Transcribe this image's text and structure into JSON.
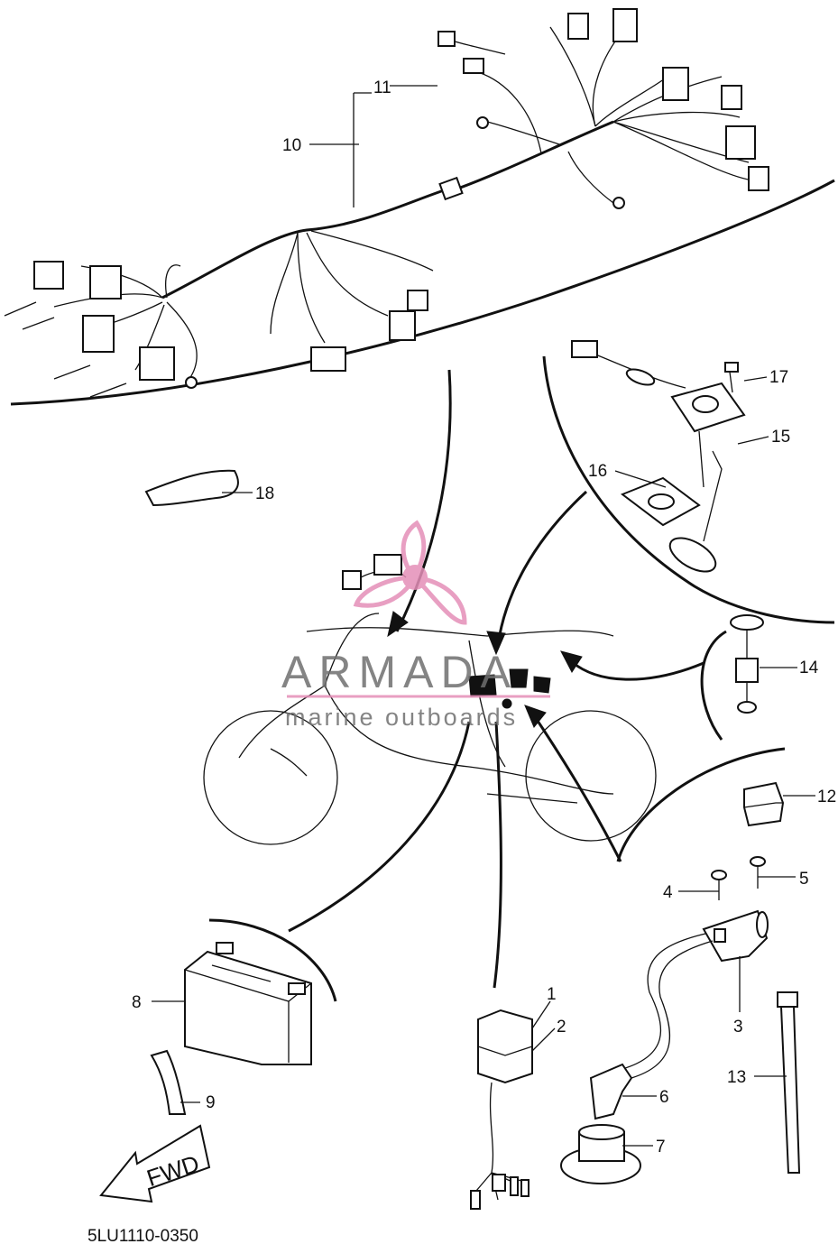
{
  "diagram": {
    "part_number_code": "5LU1110-0350",
    "fwd_label": "FWD",
    "callouts": [
      {
        "key": "c1",
        "label": "1"
      },
      {
        "key": "c2",
        "label": "2"
      },
      {
        "key": "c3",
        "label": "3"
      },
      {
        "key": "c4",
        "label": "4"
      },
      {
        "key": "c5",
        "label": "5"
      },
      {
        "key": "c6",
        "label": "6"
      },
      {
        "key": "c7",
        "label": "7"
      },
      {
        "key": "c8",
        "label": "8"
      },
      {
        "key": "c9",
        "label": "9"
      },
      {
        "key": "c10",
        "label": "10"
      },
      {
        "key": "c11",
        "label": "11"
      },
      {
        "key": "c12",
        "label": "12"
      },
      {
        "key": "c13",
        "label": "13"
      },
      {
        "key": "c14",
        "label": "14"
      },
      {
        "key": "c15",
        "label": "15"
      },
      {
        "key": "c16",
        "label": "16"
      },
      {
        "key": "c17",
        "label": "17"
      },
      {
        "key": "c18",
        "label": "18"
      }
    ]
  },
  "watermark": {
    "brand": "ARMADA",
    "tagline": "marine outboards",
    "colors": {
      "logo_pink": "#e58fb8",
      "text_gray": "#6f6f6f"
    }
  }
}
